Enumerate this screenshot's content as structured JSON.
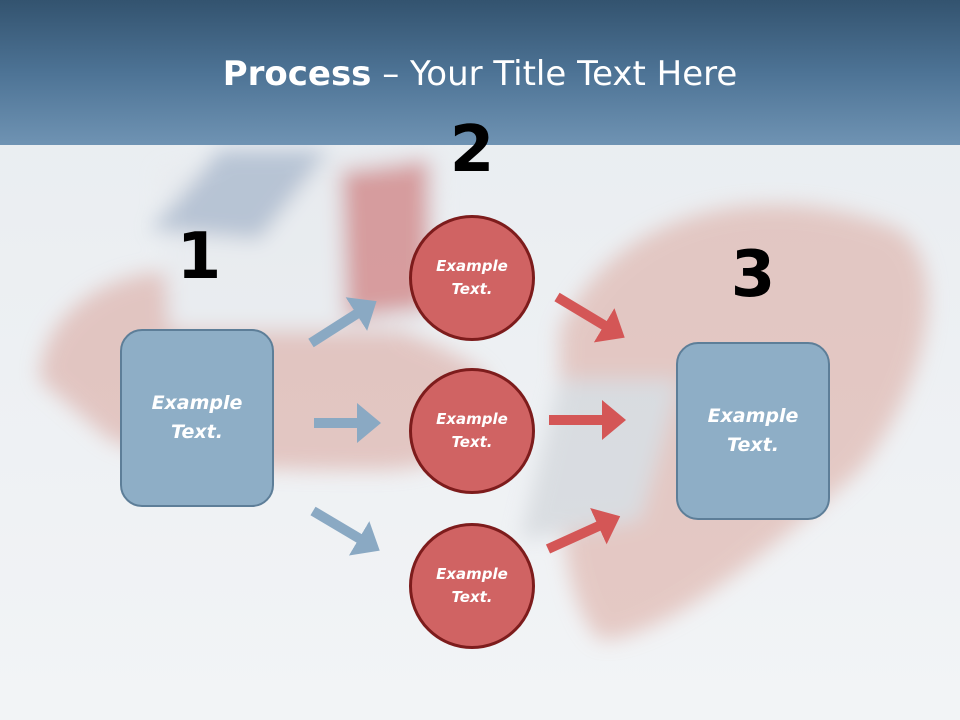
{
  "title": {
    "bold": "Process",
    "rest": " – Your Title Text Here"
  },
  "steps": {
    "one": "1",
    "two": "2",
    "three": "3"
  },
  "left_box": {
    "text": "Example Text."
  },
  "right_box": {
    "text": "Example Text."
  },
  "circles": [
    {
      "text": "Example Text."
    },
    {
      "text": "Example Text."
    },
    {
      "text": "Example Text."
    }
  ],
  "colors": {
    "header": "#4d7395",
    "box_fill": "#8eaec6",
    "circle_fill": "#d06363",
    "blue_arrow": "#8aa9c3",
    "red_arrow": "#d45656"
  },
  "background_image": "hands-with-house-and-keys"
}
